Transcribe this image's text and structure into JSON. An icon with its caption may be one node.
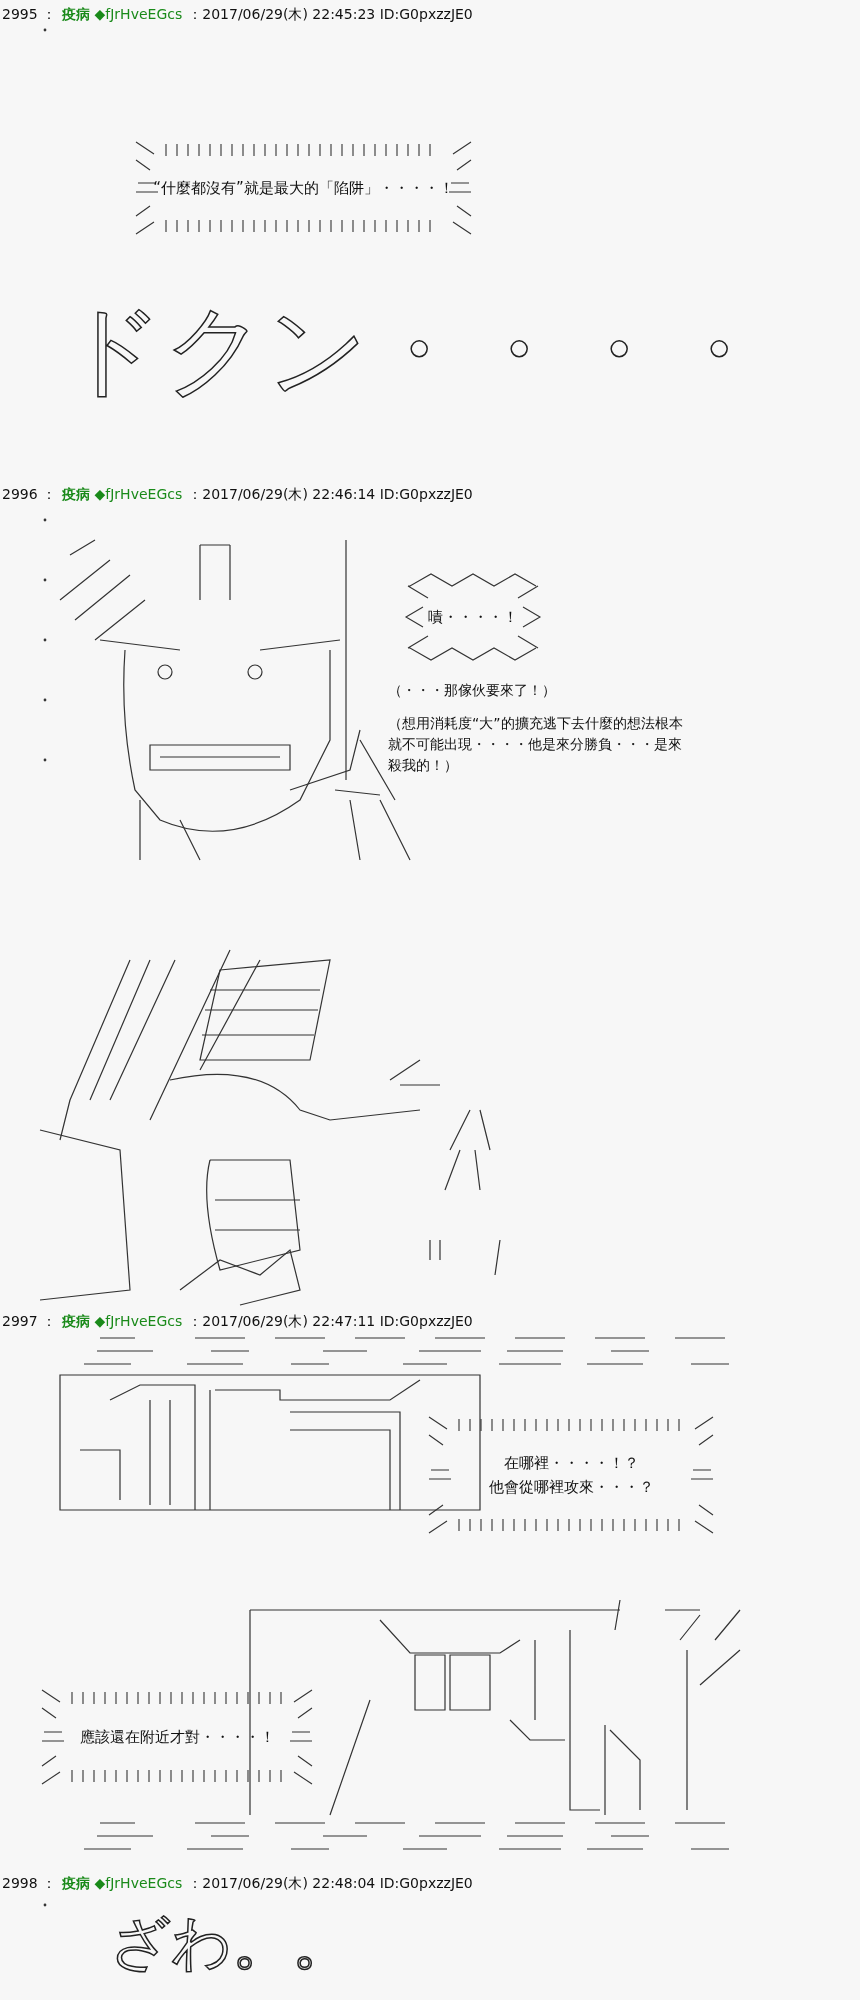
{
  "diagram": {
    "nodes": [
      {
        "text": [
          "“什麼都沒有”就是最大的「陷阱」・・・・！"
        ]
      },
      {
        "text": [
          "嘖・・・・！"
        ]
      },
      {
        "text": [
          "在哪裡・・・・！？",
          "他會從哪裡攻來・・・？"
        ]
      },
      {
        "text": [
          "應該還在附近才對・・・・！"
        ]
      }
    ],
    "labels": [
      "2995 ：",
      "**疫病** ◆fJrHveEGcs",
      "：2017/06/29(木) 22:45:23 ID:G0pxzzJE0",
      "ドクン・・・・",
      "2996 ：",
      "**疫病** ◆fJrHveEGcs",
      "：2017/06/29(木) 22:46:14 ID:G0pxzzJE0",
      "（・・・那傢伙要來了！）",
      "（想用消耗度“大”的擴充逃下去什麼的想法根本就不可能出現・・・・他是來分勝負・・・是來殺我的！）",
      "2997 ：",
      "**疫病** ◆fJrHveEGcs",
      "：2017/06/29(木) 22:47:11 ID:G0pxzzJE0",
      "2998 ：",
      "**疫病** ◆fJrHveEGcs",
      "：2017/06/29(木) 22:48:04 ID:G0pxzzJE0",
      "ざわ。。"
    ]
  }
}
